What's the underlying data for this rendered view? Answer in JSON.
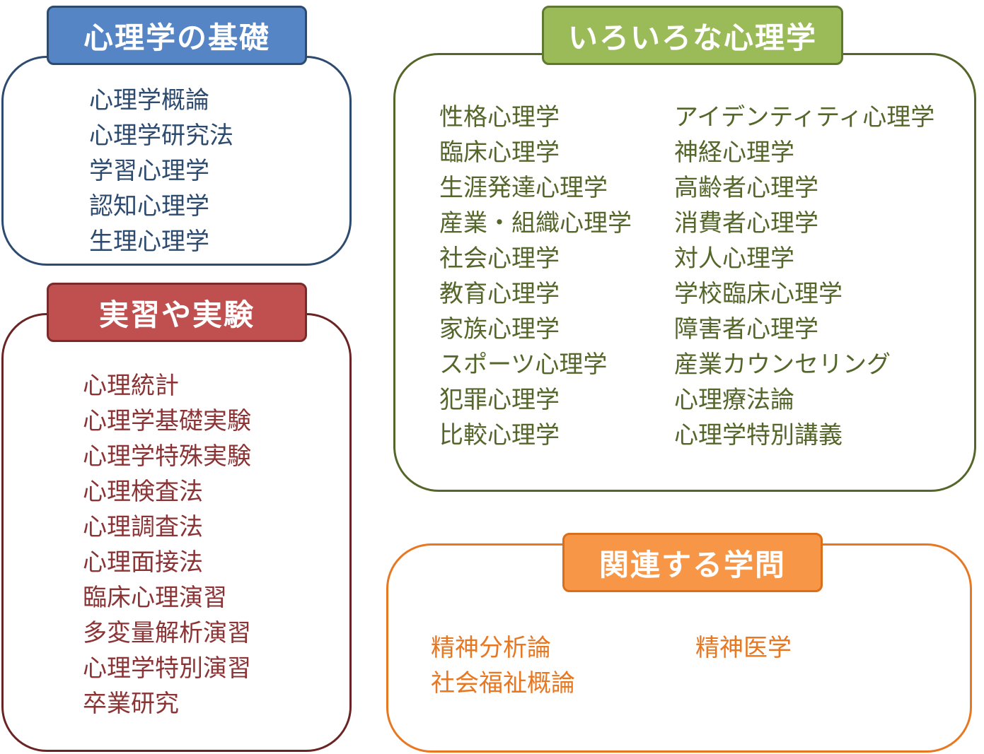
{
  "groups": {
    "basics": {
      "title": "心理学の基礎",
      "color": "#5585c4",
      "items": [
        "心理学概論",
        "心理学研究法",
        "学習心理学",
        "認知心理学",
        "生理心理学"
      ]
    },
    "practice": {
      "title": "実習や実験",
      "color": "#c05050",
      "items": [
        "心理統計",
        "心理学基礎実験",
        "心理学特殊実験",
        "心理検査法",
        "心理調査法",
        "心理面接法",
        "臨床心理演習",
        "多変量解析演習",
        "心理学特別演習",
        "卒業研究"
      ]
    },
    "various": {
      "title": "いろいろな心理学",
      "color": "#9bbb59",
      "left_items": [
        "性格心理学",
        "臨床心理学",
        "生涯発達心理学",
        "産業・組織心理学",
        "社会心理学",
        "教育心理学",
        "家族心理学",
        "スポーツ心理学",
        "犯罪心理学",
        "比較心理学"
      ],
      "right_items": [
        "アイデンティティ心理学",
        "神経心理学",
        "高齢者心理学",
        "消費者心理学",
        "対人心理学",
        "学校臨床心理学",
        "障害者心理学",
        "産業カウンセリング",
        "心理療法論",
        "心理学特別講義"
      ]
    },
    "related": {
      "title": "関連する学問",
      "color": "#f79646",
      "left_items": [
        "精神分析論",
        "社会福祉概論"
      ],
      "right_items": [
        "精神医学"
      ]
    }
  }
}
